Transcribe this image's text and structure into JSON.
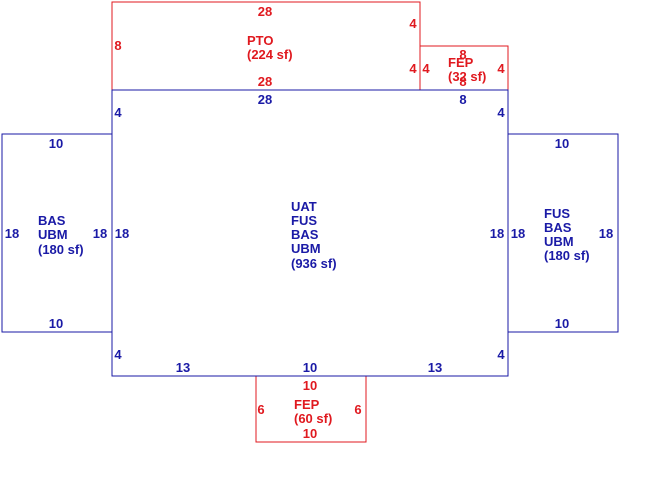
{
  "colors": {
    "living_area": "#1a1aa6",
    "attachment": "#e0191f"
  },
  "areas": {
    "main": {
      "codes": [
        "UAT",
        "FUS",
        "BAS",
        "UBM"
      ],
      "area": "(936 sf)",
      "dims": {
        "top": "28",
        "left": "18",
        "right": "18",
        "bottom_left": "13",
        "bottom_mid": "10",
        "bottom_right": "13",
        "corner_top_left": "4",
        "corner_top_right": "4",
        "corner_bottom_left": "4",
        "corner_bottom_right": "4",
        "fep_top": "8"
      }
    },
    "left_wing": {
      "codes": [
        "BAS",
        "UBM"
      ],
      "area": "(180 sf)",
      "dims": {
        "top": "10",
        "bottom": "10",
        "left": "18",
        "right": "18"
      }
    },
    "right_wing": {
      "codes": [
        "FUS",
        "BAS",
        "UBM"
      ],
      "area": "(180 sf)",
      "dims": {
        "top": "10",
        "bottom": "10",
        "left": "18",
        "right": "18"
      }
    },
    "porch_top": {
      "codes": [
        "PTO"
      ],
      "area": "(224 sf)",
      "dims": {
        "top": "28",
        "bottom": "28",
        "left": "8",
        "right_upper": "4",
        "right_lower": "4"
      }
    },
    "fep_top": {
      "codes": [
        "FEP"
      ],
      "area": "(32 sf)",
      "dims": {
        "top": "8",
        "bottom": "8",
        "left": "4",
        "right": "4"
      }
    },
    "fep_bottom": {
      "codes": [
        "FEP"
      ],
      "area": "(60 sf)",
      "dims": {
        "top": "10",
        "bottom": "10",
        "left": "6",
        "right": "6"
      }
    }
  }
}
